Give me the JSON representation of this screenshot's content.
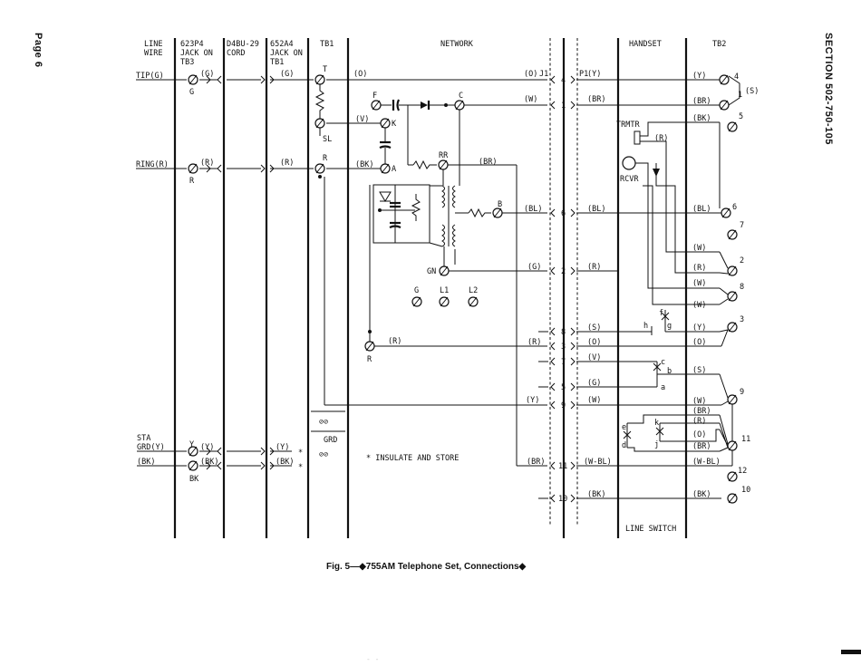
{
  "page_label": "Page 6",
  "section_label": "SECTION 502-750-105",
  "caption": "Fig. 5—◆755AM Telephone Set, Connections◆",
  "headers": {
    "line_wire": [
      "LINE",
      "WIRE"
    ],
    "jack_tb3": [
      "623P4",
      "JACK ON",
      "TB3"
    ],
    "cord": [
      "D4BU-29",
      "CORD"
    ],
    "jack_tb1": [
      "652A4",
      "JACK ON",
      "TB1"
    ],
    "tb1": "TB1",
    "network": "NETWORK",
    "handset": "HANDSET",
    "tb2": "TB2"
  },
  "line_wires": {
    "tip": "TIP(G)",
    "ring": "RING(R)",
    "sta_grd": [
      "STA",
      "GRD(Y)"
    ],
    "bk": "(BK)"
  },
  "jack_labels": {
    "tip_code": "(G)",
    "tip_term": "G",
    "ring_code": "(R)",
    "ring_term": "R",
    "y_term": "Y",
    "y_code": "(Y)",
    "bk_code": "(BK)",
    "bk_term": "BK",
    "tb1_tip": "(G)",
    "tb1_ring": "(R)",
    "tb1_y": "(Y)",
    "tb1_bk": "(BK)",
    "star": "*"
  },
  "tb1_terms": {
    "t": "T",
    "sl": "SL",
    "r": "R",
    "grd": "GRD"
  },
  "network_terms": {
    "f": "F",
    "c": "C",
    "k": "K",
    "a": "A",
    "rr": "RR",
    "b": "B",
    "gn": "GN",
    "g": "G",
    "l1": "L1",
    "l2": "L2",
    "r_low": "R"
  },
  "network_wire_codes": {
    "tip_o": "(O)",
    "k_v": "(V)",
    "ring_bk": "(BK)",
    "rr_br": "(BR)",
    "r_low": "(R)"
  },
  "jack_pins": {
    "j1": "J1",
    "p1": "P1",
    "rows": [
      {
        "pin": "4",
        "left": "(O)",
        "right": "(Y)"
      },
      {
        "pin": "1",
        "left": "(W)",
        "right": "(BR)"
      },
      {
        "pin": "6",
        "left": "(BL)",
        "right": "(BL)"
      },
      {
        "pin": "2",
        "left": "(G)",
        "right": "(R)"
      },
      {
        "pin": "8",
        "left": "",
        "right": "(S)"
      },
      {
        "pin": "3",
        "left": "(R)",
        "right": "(O)"
      },
      {
        "pin": "7",
        "left": "",
        "right": "(V)"
      },
      {
        "pin": "5",
        "left": "",
        "right": "(G)"
      },
      {
        "pin": "9",
        "left": "(Y)",
        "right": "(W)"
      },
      {
        "pin": "11",
        "left": "(BR)",
        "right": "(W-BL)"
      },
      {
        "pin": "10",
        "left": "",
        "right": "(BK)"
      }
    ]
  },
  "handset_labels": {
    "trmtr": "TRMTR",
    "rcvr": "RCVR",
    "r_code": "(R)",
    "line_switch": "LINE SWITCH",
    "contacts": {
      "f": "f",
      "g": "g",
      "h": "h",
      "c": "c",
      "b": "b",
      "a": "a",
      "k": "k",
      "e": "e",
      "d": "d",
      "j": "j"
    }
  },
  "tb2_labels": {
    "codes": [
      "(Y)",
      "(BR)",
      "(BK)",
      "(BL)",
      "(W)",
      "(R)",
      "(W)",
      "(W)",
      "(Y)",
      "(O)",
      "(S)",
      "(W)",
      "(BR)",
      "(R)",
      "(O)",
      "(BR)",
      "(W-BL)",
      "(BK)"
    ],
    "terminals": [
      "4",
      "1",
      "5",
      "6",
      "7",
      "2",
      "8",
      "3",
      "9",
      "11",
      "12",
      "10"
    ],
    "s_bracket": "(S)"
  },
  "note": "* INSULATE AND STORE"
}
